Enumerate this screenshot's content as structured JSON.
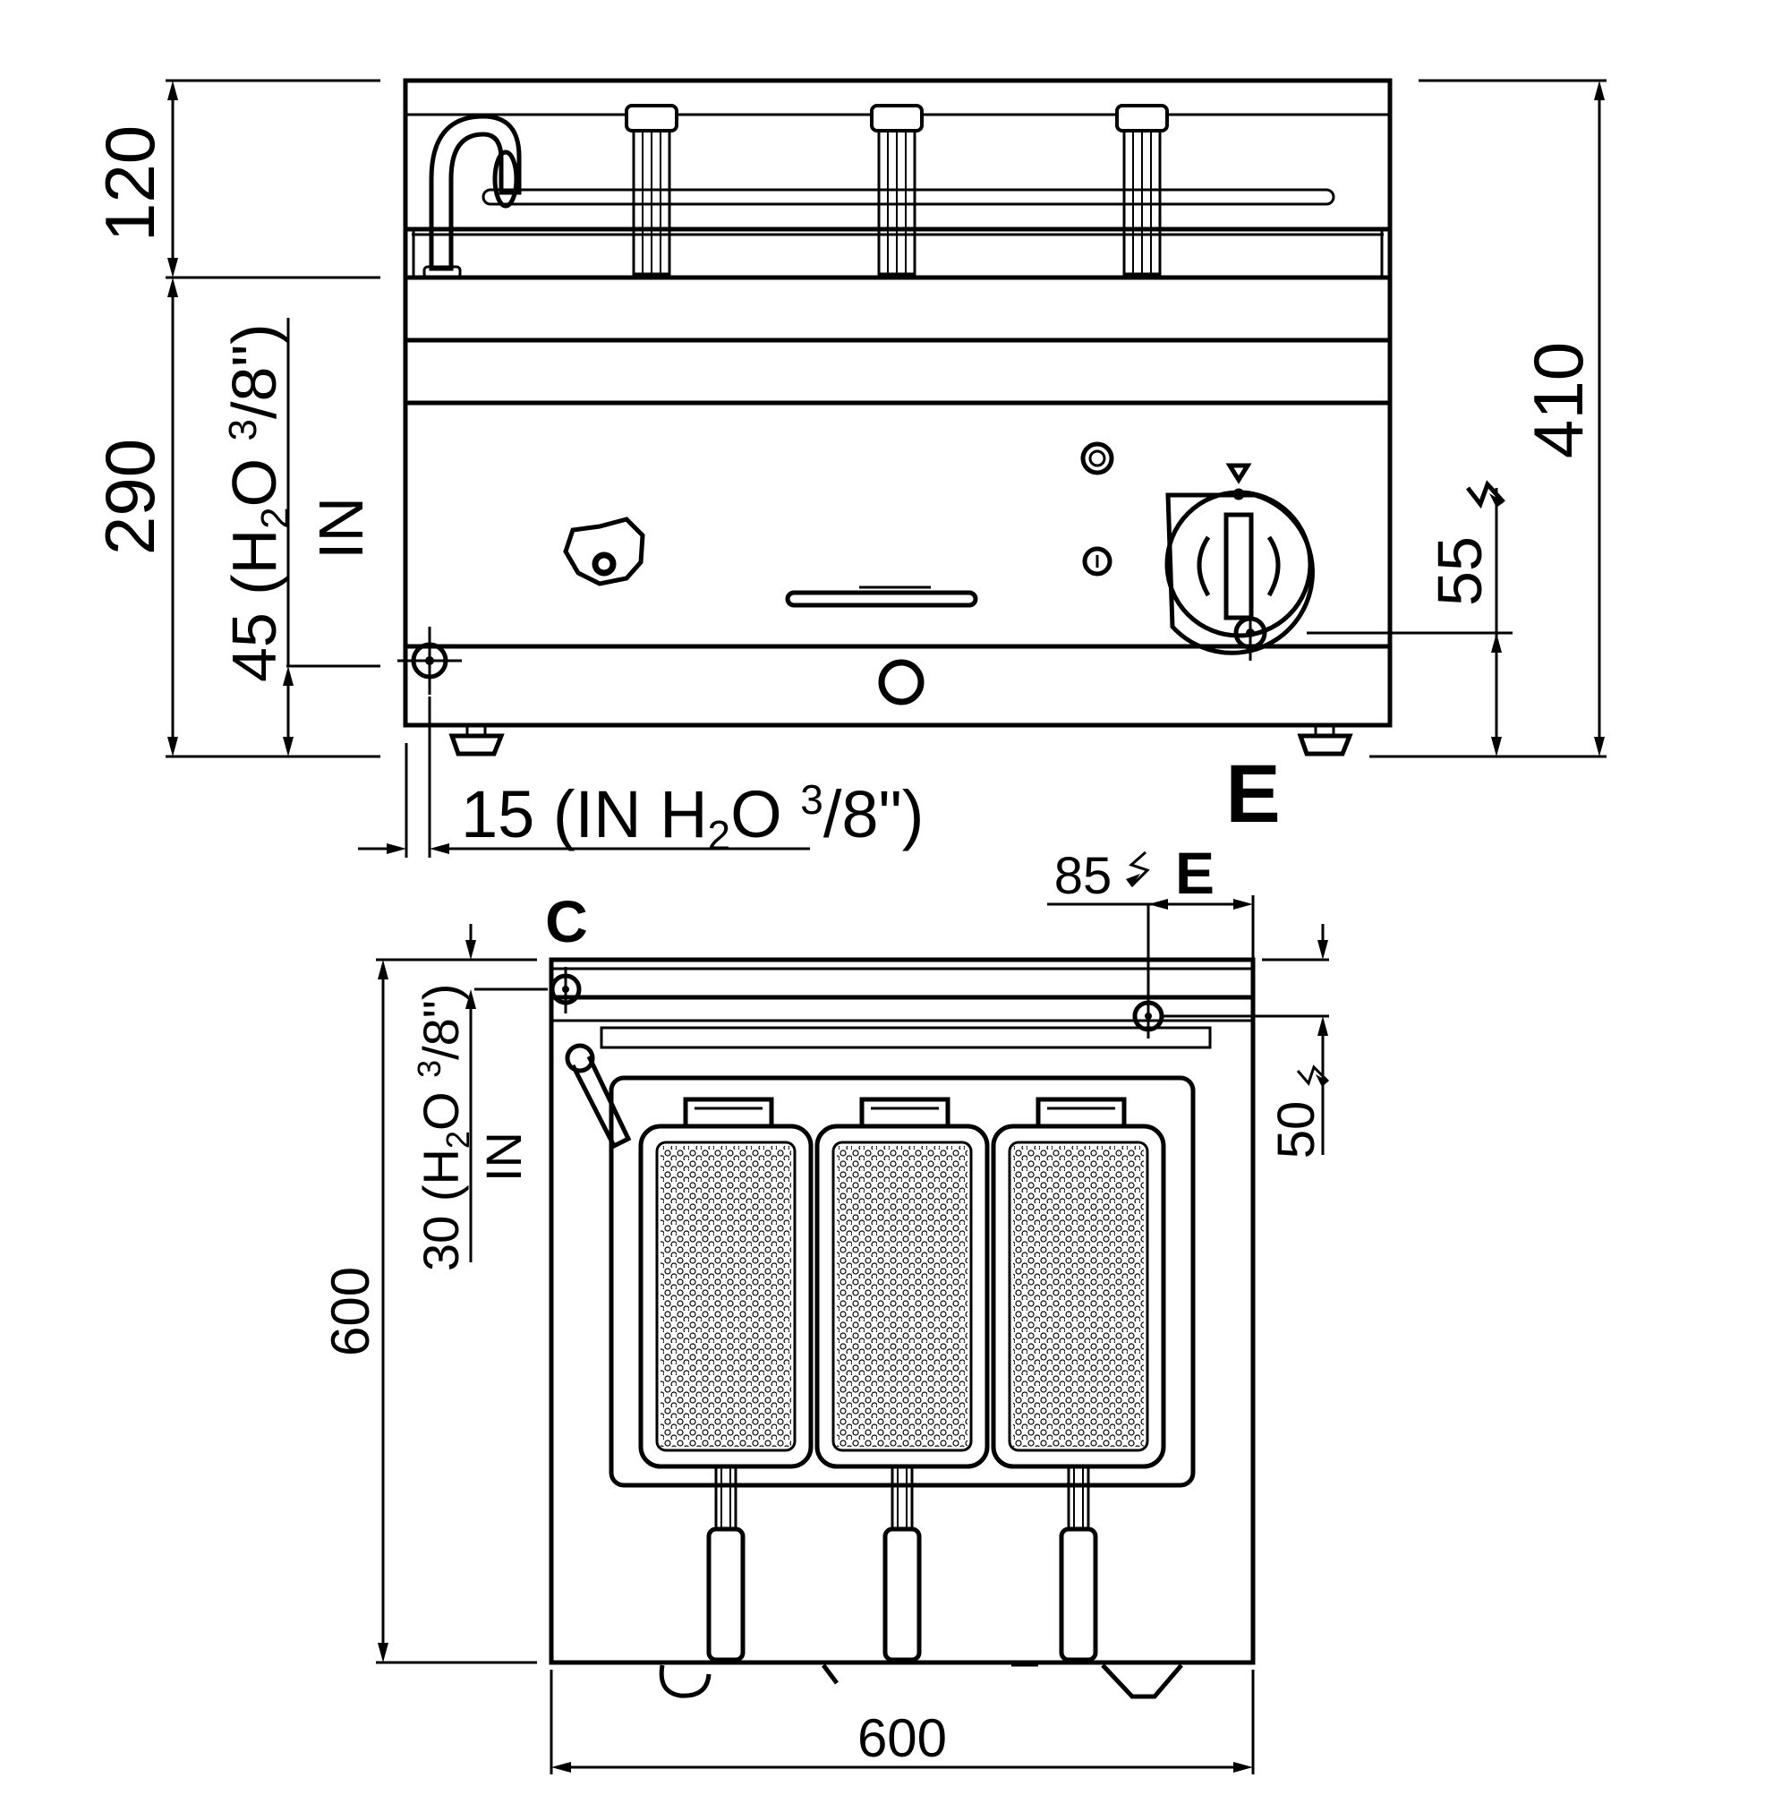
{
  "front_view": {
    "dim_height_top": "120",
    "dim_height_body": "290",
    "dim_height_total": "410",
    "dim_water_in": {
      "value": "45 (H",
      "sub": "2",
      "mid": "O ",
      "sup": "3",
      "rest": "/8\")",
      "line2": "IN"
    },
    "dim_water_offset": {
      "value": "15 (IN H",
      "sub": "2",
      "mid": "O ",
      "sup": "3",
      "rest": "/8\")"
    },
    "dim_electric": "55",
    "label_electric": "E"
  },
  "top_view": {
    "dim_depth": "600",
    "dim_width": "600",
    "dim_water_in": {
      "value": "30 (H",
      "sub": "2",
      "mid": "O ",
      "sup": "3",
      "rest": "/8\")",
      "line2": "IN"
    },
    "dim_electric_x": "85",
    "dim_electric_y": "50",
    "label_c": "C",
    "label_e": "E"
  },
  "icons": {
    "electric": "lightning-bolt-icon",
    "connection": "connection-point-icon"
  }
}
